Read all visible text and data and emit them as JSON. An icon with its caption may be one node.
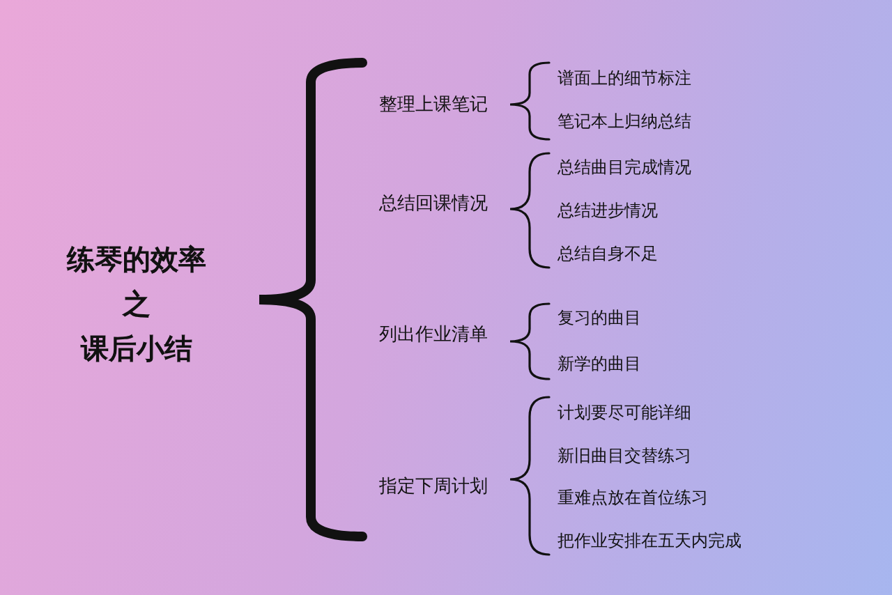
{
  "diagram": {
    "labels": [
      "练琴的效率之课后小结",
      "整理上课笔记",
      "谱面上的细节标注",
      "笔记本上归纳总结",
      "总结回课情况",
      "总结曲目完成情况",
      "总结进步情况",
      "总结自身不足",
      "列出作业清单",
      "复习的曲目",
      "新学的曲目",
      "指定下周计划",
      "计划要尽可能详细",
      "新旧曲目交替练习",
      "重难点放在首位练习",
      "把作业安排在五天内完成"
    ]
  }
}
